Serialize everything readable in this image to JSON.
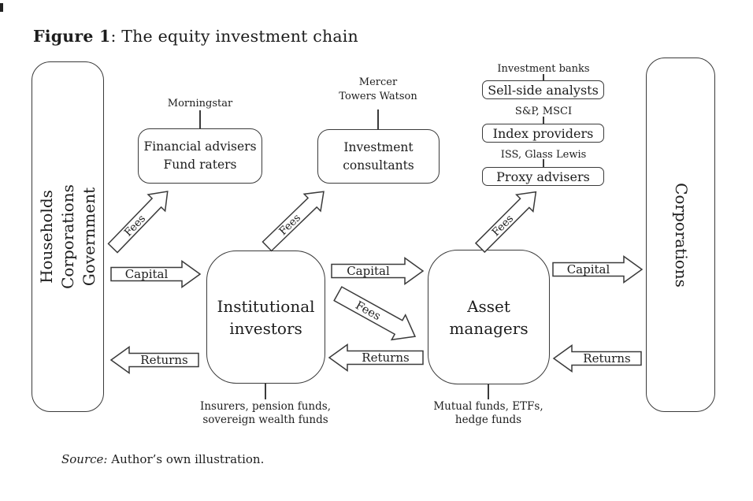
{
  "title": {
    "bold": "Figure 1",
    "rest": ": The equity investment chain"
  },
  "left_panel": {
    "lines": [
      "Households",
      "Corporations",
      "Government"
    ]
  },
  "right_panel": {
    "label": "Corporations"
  },
  "institutional": {
    "line1": "Institutional",
    "line2": "investors",
    "caption1": "Insurers, pension funds,",
    "caption2": "sovereign wealth funds"
  },
  "asset_managers": {
    "line1": "Asset",
    "line2": "managers",
    "caption1": "Mutual funds, ETFs,",
    "caption2": "hedge funds"
  },
  "financial_advisers": {
    "line1": "Financial advisers",
    "line2": "Fund raters",
    "example": "Morningstar"
  },
  "investment_consultants": {
    "line1": "Investment",
    "line2": "consultants",
    "example1": "Mercer",
    "example2": "Towers Watson"
  },
  "sell_side_analysts": {
    "label": "Sell-side analysts",
    "example": "Investment banks"
  },
  "index_providers": {
    "label": "Index providers",
    "example": "S&P, MSCI"
  },
  "proxy_advisers": {
    "label": "Proxy advisers",
    "example": "ISS, Glass Lewis"
  },
  "arrows": {
    "capital": "Capital",
    "returns": "Returns",
    "fees": "Fees"
  },
  "source": {
    "prefix": "Source:",
    "rest": " Author’s own illustration."
  },
  "colors": {
    "stroke": "#3a3a3a",
    "text": "#1d1d1d",
    "background": "#ffffff"
  }
}
